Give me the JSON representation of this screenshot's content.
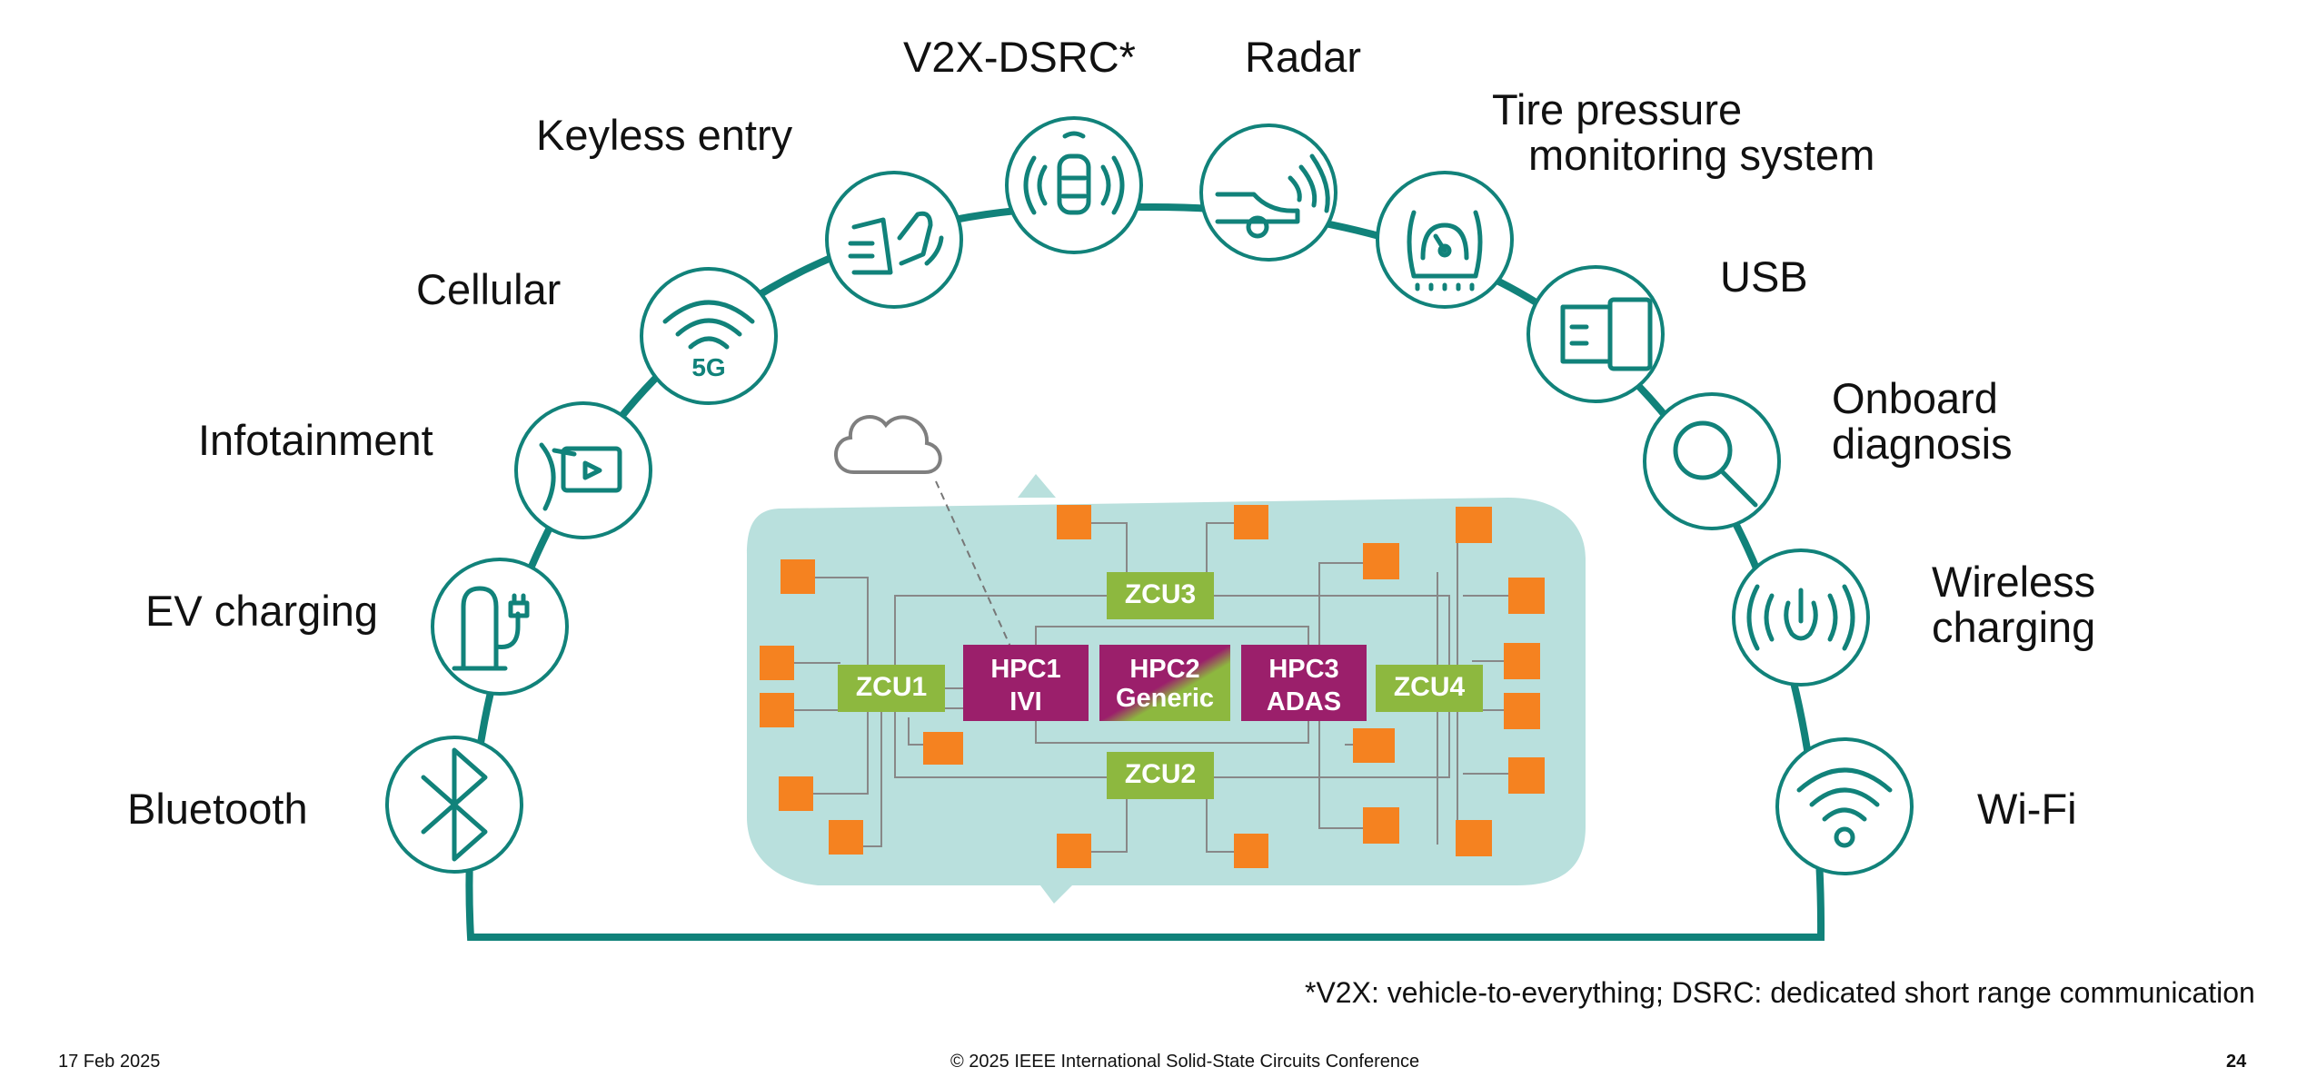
{
  "colors": {
    "teal": "#11827a",
    "car_body": "#b9e0dd",
    "zcu": "#8db83f",
    "hpc": "#9b1f6b",
    "sensor": "#f58220",
    "wire": "#888888"
  },
  "labels": {
    "v2x": "V2X-DSRC*",
    "radar": "Radar",
    "keyless": "Keyless entry",
    "tire_line1": "Tire pressure",
    "tire_line2": "monitoring system",
    "cellular": "Cellular",
    "usb": "USB",
    "infotainment": "Infotainment",
    "onboard_line1": "Onboard",
    "onboard_line2": "diagnosis",
    "ev_charging": "EV charging",
    "wireless_line1": "Wireless",
    "wireless_line2": "charging",
    "bluetooth": "Bluetooth",
    "wifi": "Wi-Fi"
  },
  "icons": {
    "cellular_text": "5G"
  },
  "units": {
    "zcu1": "ZCU1",
    "zcu2": "ZCU2",
    "zcu3": "ZCU3",
    "zcu4": "ZCU4",
    "hpc1_line1": "HPC1",
    "hpc1_line2": "IVI",
    "hpc2_line1": "HPC2",
    "hpc2_line2": "Generic",
    "hpc3_line1": "HPC3",
    "hpc3_line2": "ADAS"
  },
  "footnote": "*V2X: vehicle-to-everything; DSRC: dedicated short range communication",
  "footer": {
    "date": "17 Feb 2025",
    "copyright": "© 2025 IEEE International Solid-State Circuits Conference",
    "page": "24"
  }
}
